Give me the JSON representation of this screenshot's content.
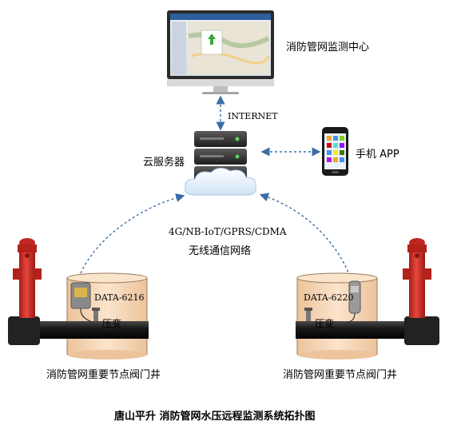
{
  "monitor": {
    "label": "消防管网监测中心"
  },
  "links": {
    "internet": "INTERNET",
    "wireless_protocols": "4G/NB-IoT/GPRS/CDMA",
    "wireless_network": "无线通信网络"
  },
  "server": {
    "label": "云服务器"
  },
  "phone": {
    "label": "手机 APP"
  },
  "left_well": {
    "device": "DATA-6216",
    "sensor": "压变",
    "label": "消防管网重要节点阀门井"
  },
  "right_well": {
    "device": "DATA-6220",
    "sensor": "压变",
    "label": "消防管网重要节点阀门井"
  },
  "caption": "唐山平升  消防管网水压远程监测系统拓扑图",
  "colors": {
    "arrow": "#3a6ea5",
    "hydrant": "#d9302a",
    "pipe": "#1c1c1c",
    "well": "#f7d7b6",
    "well_edge": "#9a7a5a"
  }
}
